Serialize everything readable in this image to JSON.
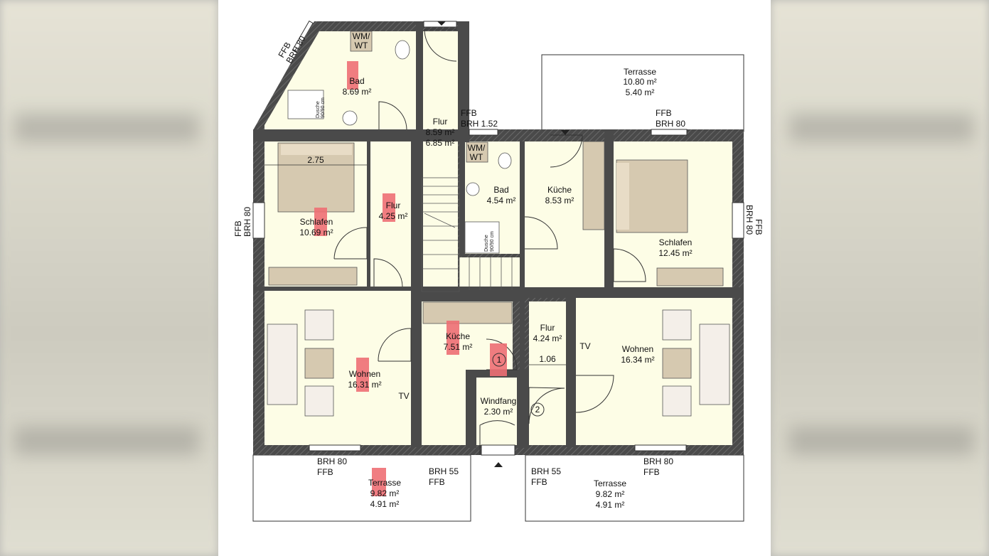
{
  "colors": {
    "wall": "#4a4a4a",
    "floor": "#fdfde6",
    "furniture": "#d6c9b0",
    "marker": "#ee6f74"
  },
  "plan": {
    "upper": {
      "bad_left": {
        "name": "Bad",
        "area": "8.69 m²"
      },
      "flur_left_stair": {
        "name": "Flur",
        "area1": "8.59 m²",
        "area2": "6.85 m²"
      },
      "schlafen_left": {
        "name": "Schlafen",
        "area": "10.69 m²"
      },
      "flur_left": {
        "name": "Flur",
        "area": "4.25 m²"
      },
      "bad_mid": {
        "name": "Bad",
        "area": "4.54 m²"
      },
      "kueche_right": {
        "name": "Küche",
        "area": "8.53 m²"
      },
      "schlafen_right": {
        "name": "Schlafen",
        "area": "12.45 m²"
      },
      "terrasse_top": {
        "name": "Terrasse",
        "area1": "10.80 m²",
        "area2": "5.40 m²"
      }
    },
    "lower": {
      "wohnen_left": {
        "name": "Wohnen",
        "area": "16.31 m²"
      },
      "kueche_left": {
        "name": "Küche",
        "area": "7.51 m²"
      },
      "windfang": {
        "name": "Windfang",
        "area": "2.30 m²"
      },
      "flur_right": {
        "name": "Flur",
        "area": "4.24 m²"
      },
      "wohnen_right": {
        "name": "Wohnen",
        "area": "16.34 m²"
      },
      "terrasse_left": {
        "name": "Terrasse",
        "area1": "9.82 m²",
        "area2": "4.91 m²"
      },
      "terrasse_right": {
        "name": "Terrasse",
        "area1": "9.82 m²",
        "area2": "4.91 m²"
      }
    },
    "fixtures": {
      "wm_wt": "WM/",
      "wm_wt2": "WT",
      "dusche": "Dusche",
      "dusche_size": "90/90 cm",
      "tv": "TV"
    },
    "dimensions": {
      "d1": "2.75",
      "d2": "1.06"
    },
    "markers": {
      "m1": "1",
      "m2": "2"
    },
    "window_labels": {
      "ffb": "FFB",
      "brh80": "BRH 80",
      "brh55": "BRH 55",
      "brh152": "BRH 1.52"
    }
  }
}
